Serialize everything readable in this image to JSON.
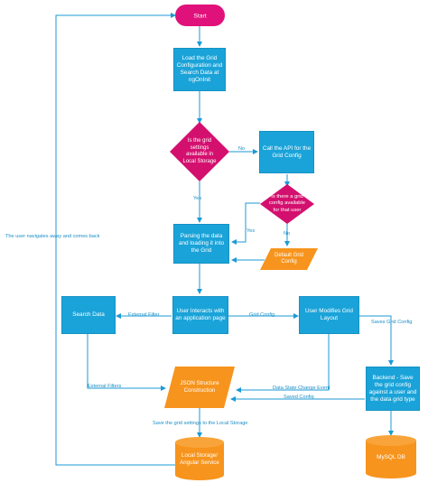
{
  "nodes": {
    "start": "Start",
    "load_grid": "Load the Grid Configuration and Search Data at ngOnInit",
    "decision_local": "Is the grid settings available in Local Storage",
    "call_api": "Call the API for the Grid Config",
    "decision_user": "Is there a grid config available for that user",
    "parse_grid": "Parsing the data and loading it into the Grid",
    "default_config": "Default Grid Config",
    "search_data": "Search Data",
    "user_interacts": "User Interacts with an application page",
    "user_modifies": "User Modifies Grid Layout",
    "json_structure": "JSON Structure Construction",
    "backend": "Backend - Save the grid config against a user and the data grid type",
    "local_storage": "Local Storage/ Angular Service",
    "mysql": "MySQL DB"
  },
  "edges": {
    "no_1": "No",
    "yes_1": "Yes",
    "yes_2": "Yes",
    "no_2": "No",
    "external_filter": "External Filter",
    "grid_config": "Grid Config",
    "saves_grid_config": "Saves Grid Config",
    "external_filters": "External Filters",
    "data_state_change": "Data State Change Event",
    "saved_config": "Saved Config",
    "save_local": "Save the grid settings to the Local Storage",
    "navigates": "The user navigates away and comes back"
  },
  "colors": {
    "process": "#1aa3d9",
    "start": "#e0117a",
    "decision": "#d4106f",
    "io": "#f7941d",
    "arrow": "#1b9ad6"
  }
}
